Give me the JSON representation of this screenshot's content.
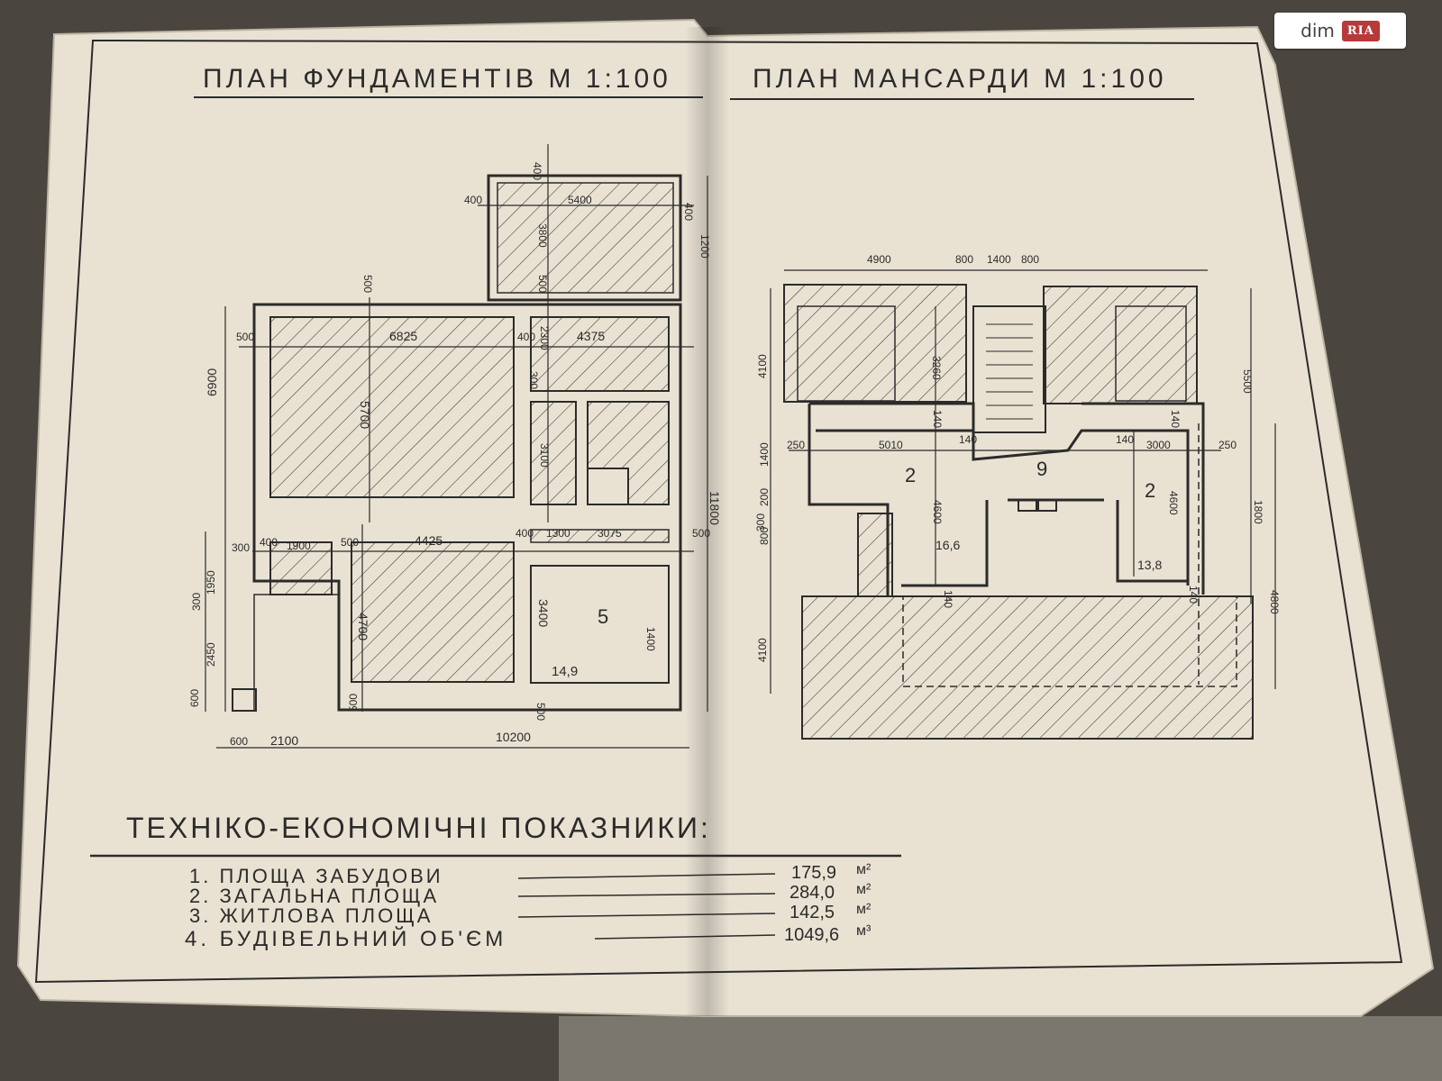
{
  "watermark": {
    "part1": "dim",
    "part2": "RIA"
  },
  "sheets": {
    "left_title": "ПЛАН ФУНДАМЕНТІВ М 1:100",
    "right_title": "ПЛАН МАНСАРДИ М 1:100"
  },
  "foundation_plan": {
    "dimensions": [
      "400",
      "5400",
      "400",
      "400",
      "1200",
      "3800",
      "500",
      "500",
      "6825",
      "400",
      "2300",
      "4375",
      "500",
      "300",
      "5700",
      "3100",
      "6900",
      "11800",
      "300",
      "400",
      "1900",
      "500",
      "4425",
      "400",
      "1300",
      "3075",
      "500",
      "1950",
      "300",
      "2450",
      "4700",
      "3400",
      "1400",
      "600",
      "500",
      "500",
      "600",
      "2100",
      "10200"
    ],
    "room_number": "5",
    "room_area": "14,9"
  },
  "attic_plan": {
    "dimensions": [
      "4900",
      "800",
      "1400",
      "800",
      "4100",
      "3260",
      "5500",
      "140",
      "140",
      "250",
      "5010",
      "140",
      "140",
      "3000",
      "250",
      "1400",
      "200",
      "4600",
      "4600",
      "1800",
      "300",
      "800",
      "140",
      "140",
      "4100",
      "4800"
    ],
    "rooms": [
      {
        "number": "2",
        "area": "16,6"
      },
      {
        "number": "9",
        "area": ""
      },
      {
        "number": "2",
        "area": "13,8"
      }
    ]
  },
  "indicators": {
    "heading": "ТЕХНІКО-ЕКОНОМІЧНІ ПОКАЗНИКИ:",
    "items": [
      {
        "label": "1. ПЛОЩА ЗАБУДОВИ",
        "value": "175,9",
        "unit": "м²"
      },
      {
        "label": "2. ЗАГАЛЬНА ПЛОЩА",
        "value": "284,0",
        "unit": "м²"
      },
      {
        "label": "3. ЖИТЛОВА ПЛОЩА",
        "value": "142,5",
        "unit": "м²"
      },
      {
        "label": "4. БУДІВЕЛЬНИЙ ОБ'ЄМ",
        "value": "1049,6",
        "unit": "м³"
      }
    ]
  },
  "colors": {
    "paper": "#e9e2d3",
    "ink": "#2c2b2a",
    "floor": "#4a463f"
  }
}
